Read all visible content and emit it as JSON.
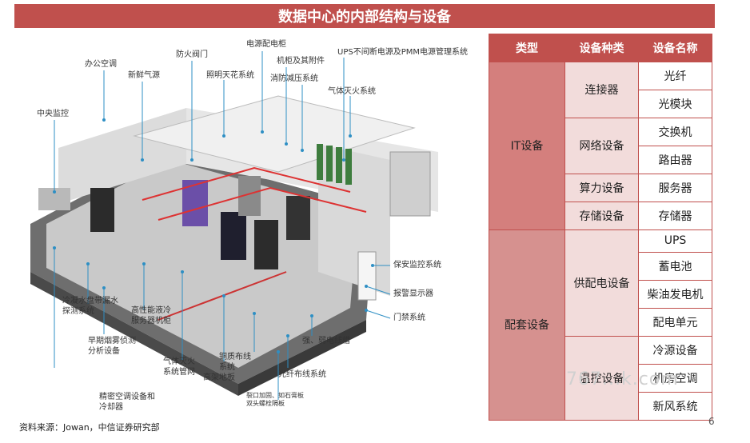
{
  "title": "数据中心的内部结构与设备",
  "diagram": {
    "labels": {
      "office_ac": "办公空调",
      "fresh_air": "新鲜气源",
      "fire_valve": "防火阀门",
      "power_cabinet": "电源配电柜",
      "cabinet_accessories": "机柜及其附件",
      "ups_pmm": "UPS不间断电源及PMM电源管理系统",
      "lighting_ceiling": "照明天花系统",
      "fire_decompression": "消防减压系统",
      "gas_fire": "气体灭火系统",
      "central_monitor": "中央监控",
      "security_monitor": "保安监控系统",
      "alarm_display": "报警显示器",
      "access_control": "门禁系统",
      "strong_weak_trough": "强、弱电线槽",
      "fiber_wiring": "光纤布线系统",
      "cold_water_leak_1": "冷凝水盘带漏水",
      "cold_water_leak_2": "探测系统",
      "hecooling_1": "高性能液冷",
      "hecooling_2": "服务器机柜",
      "smoke_detect_1": "早期烟雾侦测",
      "smoke_detect_2": "分析设备",
      "gas_pipe_1": "气体灭火",
      "gas_pipe_2": "系统管网",
      "copper_1": "铜质布线",
      "copper_2": "系统",
      "raised_floor": "高架地板",
      "precision_ac_1": "精密空调设备和",
      "precision_ac_2": "冷却器",
      "floor_bolt_1": "裂口加固、如石膏板",
      "floor_bolt_2": "双头螺栓隔板"
    }
  },
  "table": {
    "headers": [
      "类型",
      "设备种类",
      "设备名称"
    ],
    "groups": [
      {
        "type": "IT设备",
        "categories": [
          {
            "name": "连接器",
            "items": [
              "光纤",
              "光模块"
            ]
          },
          {
            "name": "网络设备",
            "items": [
              "交换机",
              "路由器"
            ]
          },
          {
            "name": "算力设备",
            "items": [
              "服务器"
            ]
          },
          {
            "name": "存储设备",
            "items": [
              "存储器"
            ]
          }
        ]
      },
      {
        "type": "配套设备",
        "categories": [
          {
            "name": "供配电设备",
            "items": [
              "UPS",
              "蓄电池",
              "柴油发电机",
              "配电单元"
            ]
          },
          {
            "name": "温控设备",
            "items": [
              "冷源设备",
              "机房空调",
              "新风系统"
            ]
          }
        ]
      }
    ]
  },
  "footer": {
    "source": "资料来源：Jowan，中信证券研究部"
  },
  "watermark": "767...k.com",
  "page_number": "6",
  "colors": {
    "accent": "#c0504d",
    "lead_line": "#2e8fc4"
  }
}
